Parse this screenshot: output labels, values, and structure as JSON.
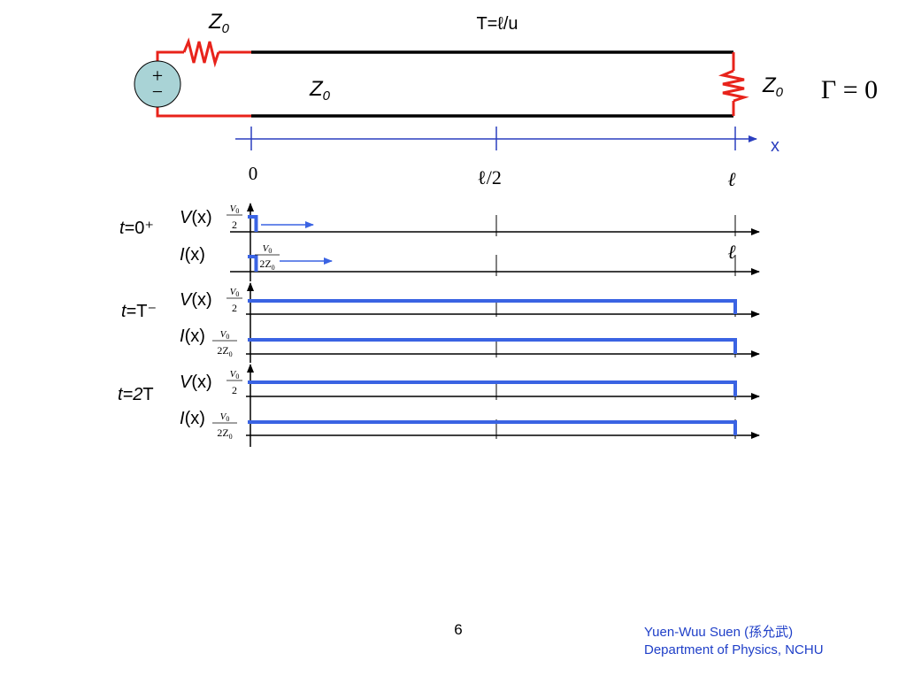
{
  "circuit": {
    "source_resistor_label": "Z",
    "line_label": "Z",
    "load_label": "Z",
    "subscript": "0",
    "transit_time": "T=ℓ/u",
    "reflection": "Γ = 0",
    "source_plus": "+",
    "source_minus": "−"
  },
  "x_axis": {
    "label": "x",
    "tick_start": "0",
    "tick_mid": "ℓ/2",
    "tick_end": "ℓ"
  },
  "rows": {
    "r1": {
      "time_italic": "t",
      "time_rest": "=0⁺",
      "v_label": "V",
      "i_label": "I",
      "arg": "(x)",
      "end_label": "ℓ"
    },
    "r2": {
      "time_italic": "t",
      "time_rest": "=T⁻",
      "v_label": "V",
      "i_label": "I",
      "arg": "(x)"
    },
    "r3": {
      "time_italic": "t=2",
      "time_rest": "T",
      "v_label": "V",
      "i_label": "I",
      "arg": "(x)"
    }
  },
  "fractions": {
    "v_num": "V",
    "v_num_sub": "0",
    "v_den": "2",
    "i_num": "V",
    "i_num_sub": "0",
    "i_den": "2Z",
    "i_den_sub": "0"
  },
  "waves": {
    "r1_v_front_fraction": 0.01,
    "r1_i_front_fraction": 0.01,
    "r2_v_front_fraction": 1.0,
    "r2_i_front_fraction": 1.0,
    "r3_v_front_fraction": 1.0,
    "r3_i_front_fraction": 1.0
  },
  "colors": {
    "wire": "#e8231b",
    "line": "#000000",
    "axis_x": "#2b3fbf",
    "wave": "#3a63e3",
    "source_fill": "#a9d3d6",
    "footer": "#1f3fc8"
  },
  "footer": {
    "page_number": "6",
    "author": "Yuen-Wuu Suen (孫允武)",
    "department": "Department of Physics, NCHU"
  }
}
